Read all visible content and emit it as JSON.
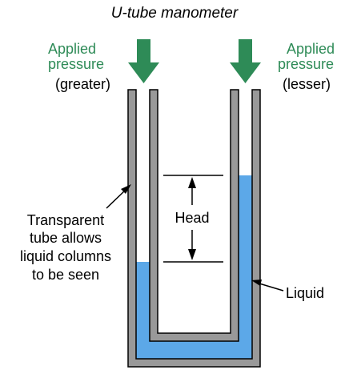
{
  "title": "U-tube manometer",
  "left_pressure": {
    "line1": "Applied",
    "line2": "pressure",
    "qualifier": "(greater)"
  },
  "right_pressure": {
    "line1": "Applied",
    "line2": "pressure",
    "qualifier": "(lesser)"
  },
  "head_label": "Head",
  "tube_label": {
    "line1": "Transparent",
    "line2": "tube allows",
    "line3": "liquid columns",
    "line4": "to be seen"
  },
  "liquid_label": "Liquid",
  "colors": {
    "tube": "#999999",
    "liquid": "#5ca8e8",
    "arrow": "#2e8b57",
    "outline": "#000000"
  },
  "icons": {
    "pressure_arrows": "down-arrow-icon"
  }
}
